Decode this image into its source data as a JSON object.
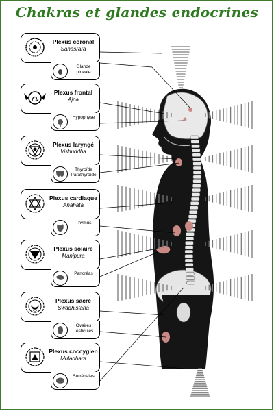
{
  "title": "Chakras et glandes endocrines",
  "chakras": [
    {
      "id": "coronal",
      "plexus": "Plexus coronal",
      "sanskrit": "Sahasrara",
      "gland": "Glande\npinéale",
      "icon": "lotus-thousand-petal-icon"
    },
    {
      "id": "frontal",
      "plexus": "Plexus frontal",
      "sanskrit": "Ajna",
      "gland": "Hypophyse",
      "icon": "om-two-petal-icon"
    },
    {
      "id": "larynge",
      "plexus": "Plexus laryngé",
      "sanskrit": "Vishuddha",
      "gland": "Thyroïde\nParathyroïde",
      "icon": "triangle-lotus-icon"
    },
    {
      "id": "cardiaque",
      "plexus": "Plexus cardiaque",
      "sanskrit": "Anahata",
      "gland": "Thymus",
      "icon": "hexagram-lotus-icon"
    },
    {
      "id": "solaire",
      "plexus": "Plexus solaire",
      "sanskrit": "Manipura",
      "gland": "Pancréas",
      "icon": "inverted-triangle-lotus-icon"
    },
    {
      "id": "sacre",
      "plexus": "Plexus sacré",
      "sanskrit": "Swadhistana",
      "gland": "Ovaires\nTesticules",
      "icon": "crescent-lotus-icon"
    },
    {
      "id": "coccygien",
      "plexus": "Plexus coccygien",
      "sanskrit": "Muladhara",
      "gland": "Surrénales",
      "icon": "square-lotus-icon"
    }
  ],
  "colors": {
    "title": "#2f7a20",
    "frame": "#3f7a2f",
    "body": "#151515",
    "organ": "#c98a86",
    "vortex": "#888888"
  }
}
